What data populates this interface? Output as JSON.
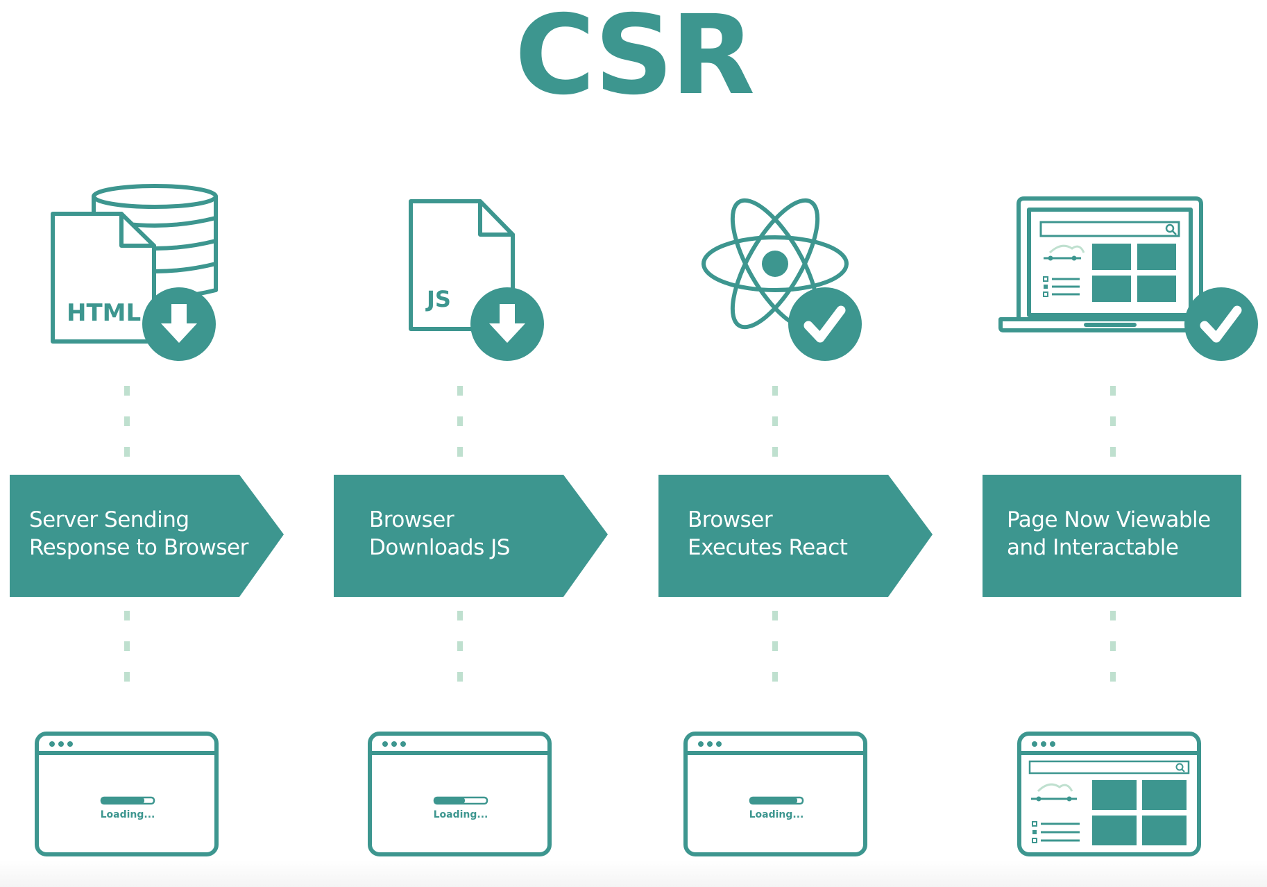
{
  "title": "CSR",
  "colors": {
    "teal": "#3d968f",
    "dash": "#bfe0cf",
    "white": "#ffffff"
  },
  "stages": [
    {
      "label": "Server Sending\nResponse to Browser",
      "icon": "html-database-download-icon",
      "badge": "download"
    },
    {
      "label": "Browser\nDownloads JS",
      "icon": "js-file-download-icon",
      "badge": "download"
    },
    {
      "label": "Browser\nExecutes React",
      "icon": "react-atom-check-icon",
      "badge": "check"
    },
    {
      "label": "Page Now Viewable\nand Interactable",
      "icon": "laptop-page-check-icon",
      "badge": "check"
    }
  ],
  "icon_labels": {
    "html": "HTML",
    "js": "JS"
  },
  "windows": [
    {
      "state": "loading",
      "text": "Loading..."
    },
    {
      "state": "loading",
      "text": "Loading..."
    },
    {
      "state": "loading",
      "text": "Loading..."
    },
    {
      "state": "loaded"
    }
  ]
}
